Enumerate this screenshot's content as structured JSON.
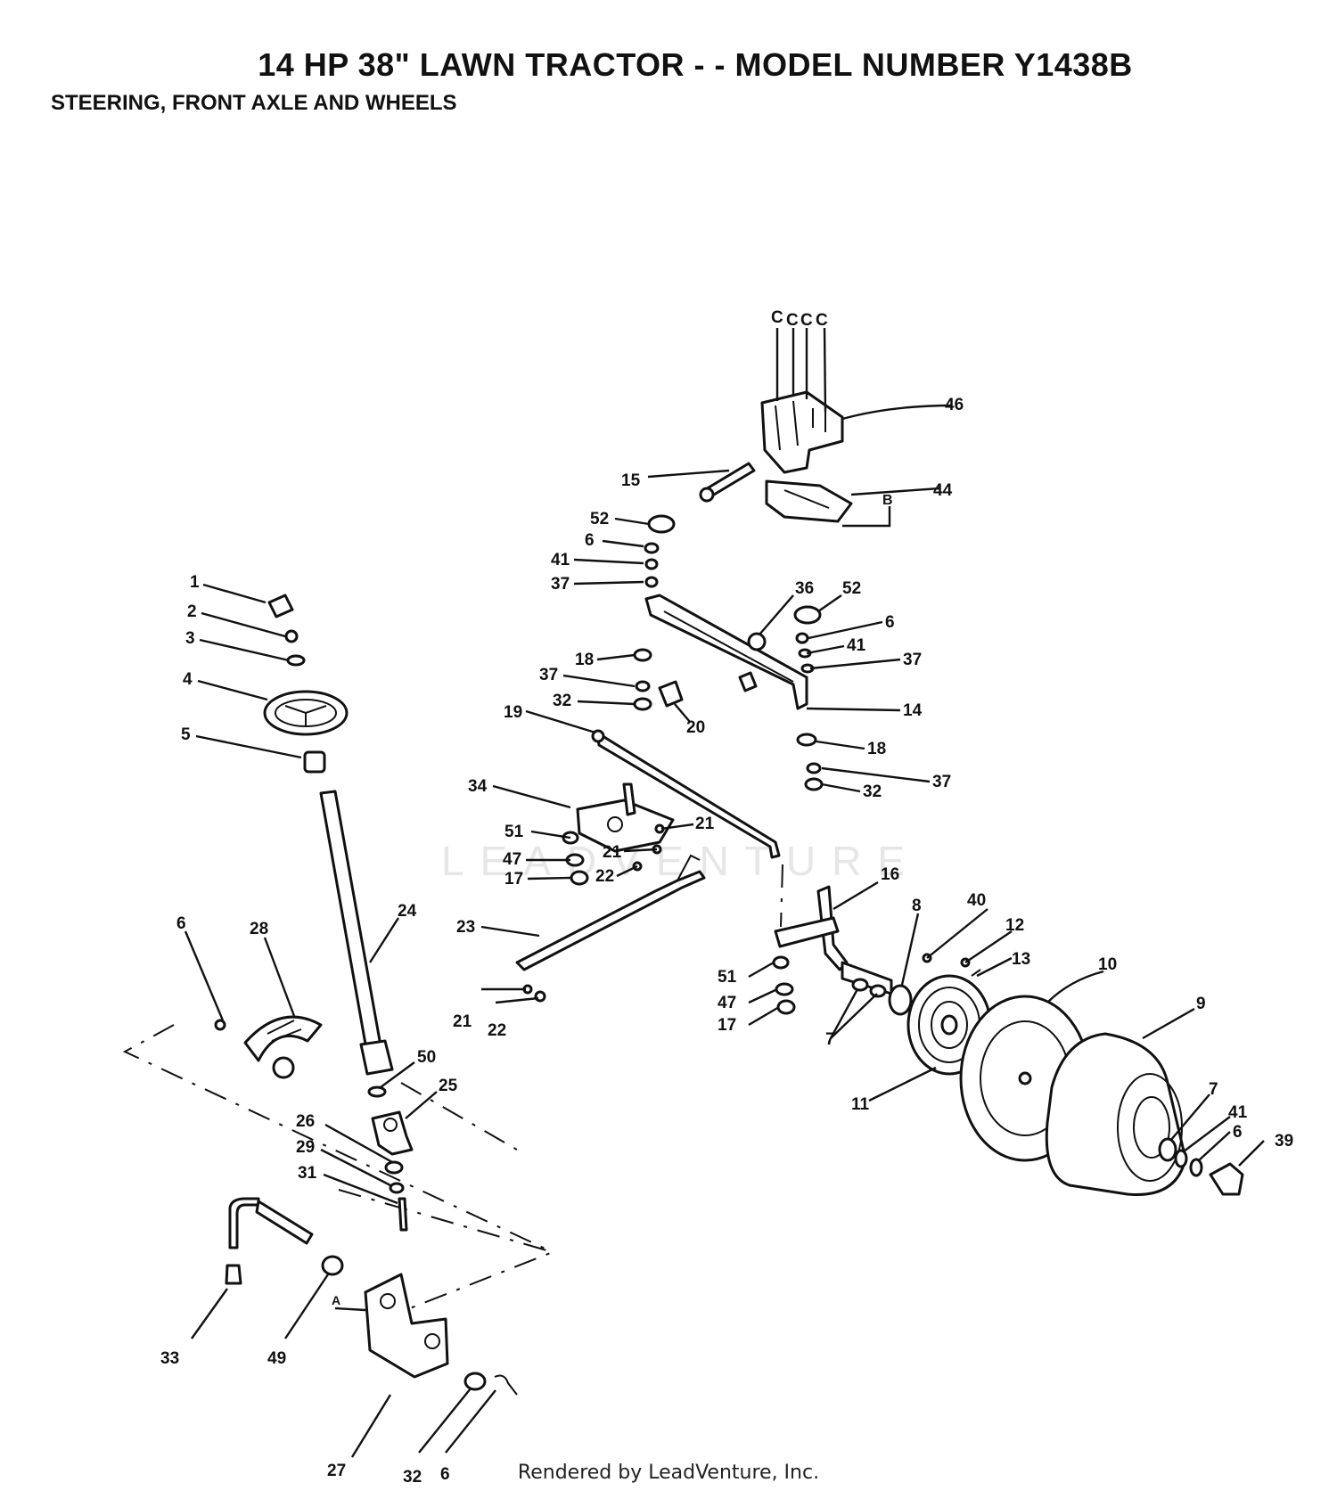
{
  "header": {
    "title": "14 HP 38\" LAWN TRACTOR - - MODEL NUMBER Y1438B",
    "subtitle": "STEERING, FRONT AXLE AND WHEELS"
  },
  "footer": {
    "text": "Rendered by LeadVenture, Inc."
  },
  "watermark": {
    "text": "LEADVENTURE"
  },
  "callouts": [
    {
      "id": "c1",
      "text": "1"
    },
    {
      "id": "c2",
      "text": "2"
    },
    {
      "id": "c3",
      "text": "3"
    },
    {
      "id": "c4",
      "text": "4"
    },
    {
      "id": "c5",
      "text": "5"
    },
    {
      "id": "c6a",
      "text": "6"
    },
    {
      "id": "c28",
      "text": "28"
    },
    {
      "id": "c24",
      "text": "24"
    },
    {
      "id": "c50",
      "text": "50"
    },
    {
      "id": "c25",
      "text": "25"
    },
    {
      "id": "c26",
      "text": "26"
    },
    {
      "id": "c29",
      "text": "29"
    },
    {
      "id": "c31",
      "text": "31"
    },
    {
      "id": "c33",
      "text": "33"
    },
    {
      "id": "c49",
      "text": "49"
    },
    {
      "id": "cA",
      "text": "A"
    },
    {
      "id": "c27",
      "text": "27"
    },
    {
      "id": "c32a",
      "text": "32"
    },
    {
      "id": "c6b",
      "text": "6"
    },
    {
      "id": "cC1",
      "text": "C"
    },
    {
      "id": "cC2",
      "text": "C"
    },
    {
      "id": "cC3",
      "text": "C"
    },
    {
      "id": "cC4",
      "text": "C"
    },
    {
      "id": "c46",
      "text": "46"
    },
    {
      "id": "c15",
      "text": "15"
    },
    {
      "id": "c44",
      "text": "44"
    },
    {
      "id": "cB",
      "text": "B"
    },
    {
      "id": "c52a",
      "text": "52"
    },
    {
      "id": "c6c",
      "text": "6"
    },
    {
      "id": "c41a",
      "text": "41"
    },
    {
      "id": "c37a",
      "text": "37"
    },
    {
      "id": "c36",
      "text": "36"
    },
    {
      "id": "c52b",
      "text": "52"
    },
    {
      "id": "c6d",
      "text": "6"
    },
    {
      "id": "c41b",
      "text": "41"
    },
    {
      "id": "c37b",
      "text": "37"
    },
    {
      "id": "c18a",
      "text": "18"
    },
    {
      "id": "c37c",
      "text": "37"
    },
    {
      "id": "c32b",
      "text": "32"
    },
    {
      "id": "c20",
      "text": "20"
    },
    {
      "id": "c14",
      "text": "14"
    },
    {
      "id": "c19",
      "text": "19"
    },
    {
      "id": "c18b",
      "text": "18"
    },
    {
      "id": "c37d",
      "text": "37"
    },
    {
      "id": "c32c",
      "text": "32"
    },
    {
      "id": "c34",
      "text": "34"
    },
    {
      "id": "c21a",
      "text": "21"
    },
    {
      "id": "c51a",
      "text": "51"
    },
    {
      "id": "c21b",
      "text": "21"
    },
    {
      "id": "c47a",
      "text": "47"
    },
    {
      "id": "c17a",
      "text": "17"
    },
    {
      "id": "c22a",
      "text": "22"
    },
    {
      "id": "c16",
      "text": "16"
    },
    {
      "id": "c23",
      "text": "23"
    },
    {
      "id": "c21c",
      "text": "21"
    },
    {
      "id": "c22b",
      "text": "22"
    },
    {
      "id": "c8",
      "text": "8"
    },
    {
      "id": "c40",
      "text": "40"
    },
    {
      "id": "c12",
      "text": "12"
    },
    {
      "id": "c13",
      "text": "13"
    },
    {
      "id": "c10",
      "text": "10"
    },
    {
      "id": "c9",
      "text": "9"
    },
    {
      "id": "c51b",
      "text": "51"
    },
    {
      "id": "c47b",
      "text": "47"
    },
    {
      "id": "c17b",
      "text": "17"
    },
    {
      "id": "c7a",
      "text": "7"
    },
    {
      "id": "c11",
      "text": "11"
    },
    {
      "id": "c7b",
      "text": "7"
    },
    {
      "id": "c41c",
      "text": "41"
    },
    {
      "id": "c6e",
      "text": "6"
    },
    {
      "id": "c39",
      "text": "39"
    }
  ]
}
